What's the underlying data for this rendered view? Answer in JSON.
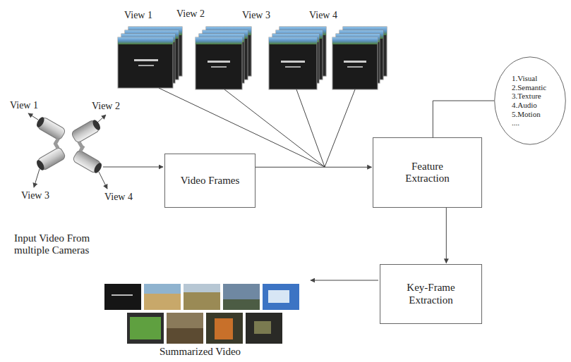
{
  "diagram": {
    "nodes": [
      {
        "text": [
          "Video Frames"
        ]
      },
      {
        "text": [
          "Feature Extraction"
        ]
      },
      {
        "text": [
          "1.Visual",
          "2.Semantic",
          "3.Texture",
          "4.Audio",
          "5.Motion",
          "...."
        ]
      },
      {
        "text": [
          "Key-Frame Extraction"
        ]
      }
    ],
    "edges": [
      {
        "from": 0,
        "to": 1,
        "arrow": "to"
      },
      {
        "from": 1,
        "to": 2,
        "arrow": "none"
      },
      {
        "from": 1,
        "to": 3,
        "arrow": "to"
      }
    ],
    "labels": [
      "View 1",
      "View 2",
      "View 3",
      "View 4",
      "View 1",
      "View 2",
      "View 3",
      "View 4",
      "Input Video From multiple Cameras",
      "Summarized Video"
    ]
  }
}
